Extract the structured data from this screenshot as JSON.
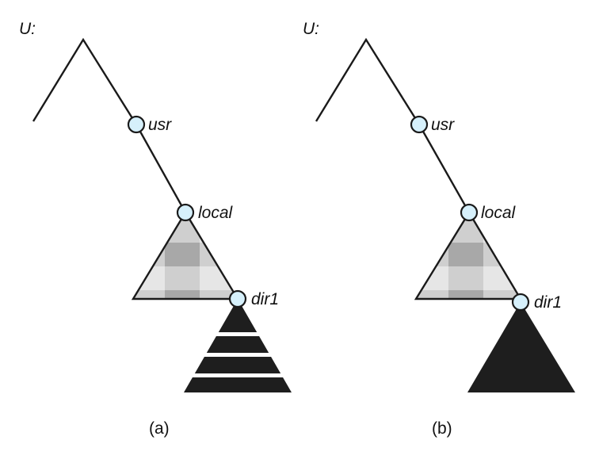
{
  "colors": {
    "node_fill": "#d6f0fb",
    "line": "#1a1a1a",
    "mount_fill": "#1e1e1e",
    "local_light": "#e6e6e6",
    "local_mid": "#cfcfcf",
    "local_dark": "#a8a8a8"
  },
  "panels": [
    {
      "root_label": "U:",
      "nodes": {
        "usr": "usr",
        "local": "local",
        "dir1": "dir1"
      },
      "caption": "(a)",
      "subtree_style": "striped"
    },
    {
      "root_label": "U:",
      "nodes": {
        "usr": "usr",
        "local": "local",
        "dir1": "dir1"
      },
      "caption": "(b)",
      "subtree_style": "solid"
    }
  ]
}
